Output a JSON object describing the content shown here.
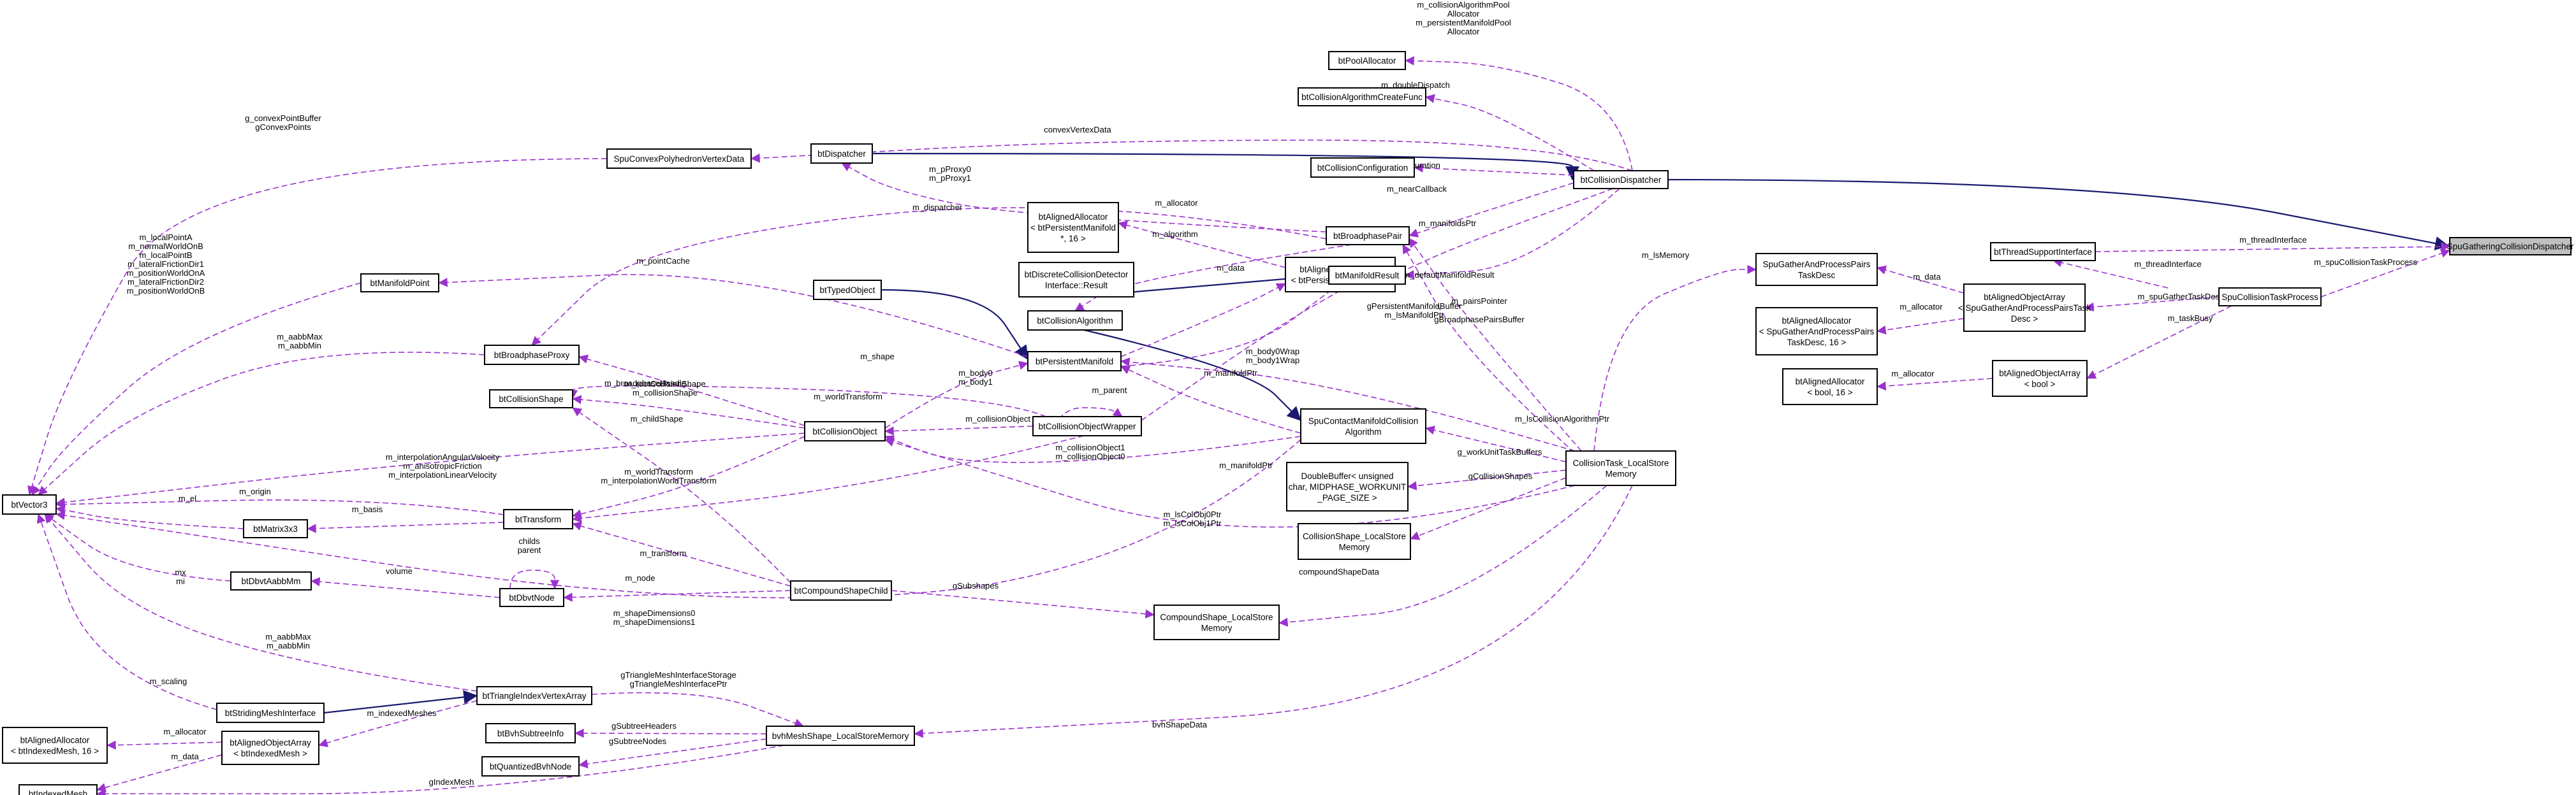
{
  "nodes": {
    "SpuGatheringCollisionDispatcher": [
      "SpuGatheringCollisionDispatcher"
    ],
    "btCollisionDispatcher": [
      "btCollisionDispatcher"
    ],
    "btDispatcher": [
      "btDispatcher"
    ],
    "btThreadSupportInterface": [
      "btThreadSupportInterface"
    ],
    "SpuCollisionTaskProcess": [
      "SpuCollisionTaskProcess"
    ],
    "btAlignedObjectArray_bool": [
      "btAlignedObjectArray",
      "< bool >"
    ],
    "btAlignedAllocator_bool16": [
      "btAlignedAllocator",
      "< bool, 16 >"
    ],
    "btAlignedObjectArray_gatherTask": [
      "btAlignedObjectArray",
      "< SpuGatherAndProcessPairsTask",
      "Desc >"
    ],
    "SpuGatherAndProcessPairsTaskDesc": [
      "SpuGatherAndProcessPairs",
      "TaskDesc"
    ],
    "btAlignedAllocator_gatherTask": [
      "btAlignedAllocator",
      "< SpuGatherAndProcessPairs",
      "TaskDesc, 16 >"
    ],
    "btPoolAllocator": [
      "btPoolAllocator"
    ],
    "btCollisionAlgorithmCreateFunc": [
      "btCollisionAlgorithmCreateFunc"
    ],
    "btCollisionConfiguration": [
      "btCollisionConfiguration"
    ],
    "btBroadphasePair": [
      "btBroadphasePair"
    ],
    "btAlignedAllocator_persistentManifold": [
      "btAlignedAllocator",
      "< btPersistentManifold",
      "*, 16 >"
    ],
    "btAlignedObjectArray_persistentManifold": [
      "btAlignedObjectArray",
      "< btPersistentManifold * >"
    ],
    "btDiscreteCollisionDetectorInterfaceResult": [
      "btDiscreteCollisionDetector",
      "Interface::Result"
    ],
    "btManifoldResult": [
      "btManifoldResult"
    ],
    "btCollisionAlgorithm": [
      "btCollisionAlgorithm"
    ],
    "btTypedObject": [
      "btTypedObject"
    ],
    "btPersistentManifold": [
      "btPersistentManifold"
    ],
    "SpuContactManifoldCollisionAlgorithm": [
      "SpuContactManifoldCollision",
      "Algorithm"
    ],
    "btCollisionObjectWrapper": [
      "btCollisionObjectWrapper"
    ],
    "btCollisionObject": [
      "btCollisionObject"
    ],
    "CollisionTask_LocalStoreMemory": [
      "CollisionTask_LocalStore",
      "Memory"
    ],
    "DoubleBuffer": [
      "DoubleBuffer< unsigned",
      "char, MIDPHASE_WORKUNIT",
      "_PAGE_SIZE >"
    ],
    "CollisionShape_LocalStoreMemory": [
      "CollisionShape_LocalStore",
      "Memory"
    ],
    "CompoundShape_LocalStoreMemory": [
      "CompoundShape_LocalStore",
      "Memory"
    ],
    "SpuConvexPolyhedronVertexData": [
      "SpuConvexPolyhedronVertexData"
    ],
    "btManifoldPoint": [
      "btManifoldPoint"
    ],
    "btBroadphaseProxy": [
      "btBroadphaseProxy"
    ],
    "btCollisionShape": [
      "btCollisionShape"
    ],
    "btVector3": [
      "btVector3"
    ],
    "btTransform": [
      "btTransform"
    ],
    "btMatrix3x3": [
      "btMatrix3x3"
    ],
    "btDbvtAabbMm": [
      "btDbvtAabbMm"
    ],
    "btDbvtNode": [
      "btDbvtNode"
    ],
    "btCompoundShapeChild": [
      "btCompoundShapeChild"
    ],
    "btStridingMeshInterface": [
      "btStridingMeshInterface"
    ],
    "btTriangleIndexVertexArray": [
      "btTriangleIndexVertexArray"
    ],
    "btAlignedAllocator_indexedMesh": [
      "btAlignedAllocator",
      "< btIndexedMesh, 16 >"
    ],
    "btAlignedObjectArray_indexedMesh": [
      "btAlignedObjectArray",
      "< btIndexedMesh >"
    ],
    "btIndexedMesh": [
      "btIndexedMesh"
    ],
    "btBvhSubtreeInfo": [
      "btBvhSubtreeInfo"
    ],
    "btQuantizedBvhNode": [
      "btQuantizedBvhNode"
    ],
    "bvhMeshShape_LocalStoreMemory": [
      "bvhMeshShape_LocalStoreMemory"
    ]
  },
  "edges": [
    {
      "from": "btCollisionDispatcher",
      "to": "SpuGatheringCollisionDispatcher",
      "kind": "inheritance",
      "labels": []
    },
    {
      "from": "btDispatcher",
      "to": "btCollisionDispatcher",
      "kind": "inheritance",
      "labels": []
    },
    {
      "from": "btTypedObject",
      "to": "btPersistentManifold",
      "kind": "inheritance",
      "labels": []
    },
    {
      "from": "btDiscreteCollisionDetectorInterfaceResult",
      "to": "btManifoldResult",
      "kind": "inheritance",
      "labels": []
    },
    {
      "from": "btCollisionAlgorithm",
      "to": "SpuContactManifoldCollisionAlgorithm",
      "kind": "inheritance",
      "labels": []
    },
    {
      "from": "btStridingMeshInterface",
      "to": "btTriangleIndexVertexArray",
      "kind": "inheritance",
      "labels": []
    },
    {
      "from": "btThreadSupportInterface",
      "to": "SpuGatheringCollisionDispatcher",
      "kind": "usage",
      "labels": [
        "m_threadInterface"
      ]
    },
    {
      "from": "SpuCollisionTaskProcess",
      "to": "SpuGatheringCollisionDispatcher",
      "kind": "usage",
      "labels": [
        "m_spuCollisionTaskProcess"
      ]
    },
    {
      "from": "btThreadSupportInterface",
      "to": "SpuCollisionTaskProcess",
      "kind": "usage",
      "labels": [
        "m_threadInterface"
      ]
    },
    {
      "from": "btAlignedObjectArray_gatherTask",
      "to": "SpuCollisionTaskProcess",
      "kind": "usage",
      "labels": [
        "m_spuGatherTaskDesc"
      ]
    },
    {
      "from": "btAlignedObjectArray_bool",
      "to": "SpuCollisionTaskProcess",
      "kind": "usage",
      "labels": [
        "m_taskBusy"
      ]
    },
    {
      "from": "btAlignedAllocator_bool16",
      "to": "btAlignedObjectArray_bool",
      "kind": "usage",
      "labels": [
        "m_allocator"
      ]
    },
    {
      "from": "SpuGatherAndProcessPairsTaskDesc",
      "to": "btAlignedObjectArray_gatherTask",
      "kind": "usage",
      "labels": [
        "m_data"
      ]
    },
    {
      "from": "btAlignedAllocator_gatherTask",
      "to": "btAlignedObjectArray_gatherTask",
      "kind": "usage",
      "labels": [
        "m_allocator"
      ]
    },
    {
      "from": "btPoolAllocator",
      "to": "btCollisionDispatcher",
      "kind": "usage",
      "labels": [
        "m_collisionAlgorithmPool",
        "Allocator",
        "m_persistentManifoldPool",
        "Allocator"
      ]
    },
    {
      "from": "btCollisionAlgorithmCreateFunc",
      "to": "btCollisionDispatcher",
      "kind": "usage",
      "labels": [
        "m_doubleDispatch"
      ]
    },
    {
      "from": "btCollisionConfiguration",
      "to": "btCollisionDispatcher",
      "kind": "usage",
      "labels": [
        "m_collisionConfiguration"
      ]
    },
    {
      "from": "btBroadphasePair",
      "to": "btCollisionDispatcher",
      "kind": "usage",
      "labels": [
        "m_nearCallback"
      ]
    },
    {
      "from": "btAlignedObjectArray_persistentManifold",
      "to": "btCollisionDispatcher",
      "kind": "usage",
      "labels": [
        "m_manifoldsPtr"
      ]
    },
    {
      "from": "btManifoldResult",
      "to": "btCollisionDispatcher",
      "kind": "usage",
      "labels": [
        "m_defaultManifoldResult"
      ]
    },
    {
      "from": "SpuConvexPolyhedronVertexData",
      "to": "btCollisionDispatcher",
      "kind": "usage",
      "labels": [
        "convexVertexData"
      ]
    },
    {
      "from": "btDispatcher",
      "to": "btBroadphasePair",
      "kind": "usage",
      "labels": [
        "m_dispatcher"
      ]
    },
    {
      "from": "btBroadphaseProxy",
      "to": "btBroadphasePair",
      "kind": "usage",
      "labels": [
        "m_pProxy0",
        "m_pProxy1"
      ]
    },
    {
      "from": "btCollisionAlgorithm",
      "to": "btBroadphasePair",
      "kind": "usage",
      "labels": [
        "m_algorithm"
      ]
    },
    {
      "from": "btAlignedAllocator_persistentManifold",
      "to": "btAlignedObjectArray_persistentManifold",
      "kind": "usage",
      "labels": [
        "m_allocator"
      ]
    },
    {
      "from": "btPersistentManifold",
      "to": "btAlignedObjectArray_persistentManifold",
      "kind": "usage",
      "labels": [
        "m_data"
      ]
    },
    {
      "from": "btPersistentManifold",
      "to": "btManifoldResult",
      "kind": "usage",
      "labels": [
        "m_manifoldPtr"
      ]
    },
    {
      "from": "btCollisionObjectWrapper",
      "to": "btManifoldResult",
      "kind": "usage",
      "labels": [
        "m_body0Wrap",
        "m_body1Wrap"
      ]
    },
    {
      "from": "btManifoldPoint",
      "to": "btPersistentManifold",
      "kind": "usage",
      "labels": [
        "m_pointCache"
      ]
    },
    {
      "from": "btCollisionObject",
      "to": "btPersistentManifold",
      "kind": "usage",
      "labels": [
        "m_body0",
        "m_body1"
      ]
    },
    {
      "from": "btPersistentManifold",
      "to": "SpuContactManifoldCollisionAlgorithm",
      "kind": "usage",
      "labels": [
        "m_manifoldPtr"
      ]
    },
    {
      "from": "btCollisionObject",
      "to": "SpuContactManifoldCollisionAlgorithm",
      "kind": "usage",
      "labels": [
        "m_collisionObject1",
        "m_collisionObject0"
      ]
    },
    {
      "from": "btCollisionObjectWrapper",
      "to": "btCollisionObjectWrapper",
      "kind": "usage",
      "labels": [
        "m_parent"
      ]
    },
    {
      "from": "btCollisionObject",
      "to": "btCollisionObjectWrapper",
      "kind": "usage",
      "labels": [
        "m_collisionObject"
      ]
    },
    {
      "from": "btCollisionShape",
      "to": "btCollisionObjectWrapper",
      "kind": "usage",
      "labels": [
        "m_shape"
      ]
    },
    {
      "from": "btTransform",
      "to": "btCollisionObjectWrapper",
      "kind": "usage",
      "labels": [
        "m_worldTransform"
      ]
    },
    {
      "from": "btBroadphaseProxy",
      "to": "btCollisionObject",
      "kind": "usage",
      "labels": [
        "m_broadphaseHandle"
      ]
    },
    {
      "from": "btCollisionShape",
      "to": "btCollisionObject",
      "kind": "usage",
      "labels": [
        "m_rootCollisionShape",
        "m_collisionShape"
      ]
    },
    {
      "from": "btTransform",
      "to": "btCollisionObject",
      "kind": "usage",
      "labels": [
        "m_worldTransform",
        "m_interpolationWorldTransform"
      ]
    },
    {
      "from": "btVector3",
      "to": "btCollisionObject",
      "kind": "usage",
      "labels": [
        "m_interpolationAngularVelocity",
        "m_anisotropicFriction",
        "m_interpolationLinearVelocity"
      ]
    },
    {
      "from": "btVector3",
      "to": "SpuConvexPolyhedronVertexData",
      "kind": "usage",
      "labels": [
        "g_convexPointBuffer",
        "gConvexPoints"
      ]
    },
    {
      "from": "btVector3",
      "to": "btManifoldPoint",
      "kind": "usage",
      "labels": [
        "m_localPointA",
        "m_normalWorldOnB",
        "m_localPointB",
        "m_lateralFrictionDir1",
        "m_positionWorldOnA",
        "m_lateralFrictionDir2",
        "m_positionWorldOnB"
      ]
    },
    {
      "from": "btVector3",
      "to": "btBroadphaseProxy",
      "kind": "usage",
      "labels": [
        "m_aabbMax",
        "m_aabbMin"
      ]
    },
    {
      "from": "btVector3",
      "to": "btTransform",
      "kind": "usage",
      "labels": [
        "m_origin"
      ]
    },
    {
      "from": "btMatrix3x3",
      "to": "btTransform",
      "kind": "usage",
      "labels": [
        "m_basis"
      ]
    },
    {
      "from": "btVector3",
      "to": "btMatrix3x3",
      "kind": "usage",
      "labels": [
        "m_el"
      ]
    },
    {
      "from": "btVector3",
      "to": "btDbvtAabbMm",
      "kind": "usage",
      "labels": [
        "mx",
        "mi"
      ]
    },
    {
      "from": "btDbvtAabbMm",
      "to": "btDbvtNode",
      "kind": "usage",
      "labels": [
        "volume"
      ]
    },
    {
      "from": "btDbvtNode",
      "to": "btDbvtNode",
      "kind": "usage",
      "labels": [
        "childs",
        "parent"
      ]
    },
    {
      "from": "btDbvtNode",
      "to": "btCompoundShapeChild",
      "kind": "usage",
      "labels": [
        "m_node"
      ]
    },
    {
      "from": "btTransform",
      "to": "btCompoundShapeChild",
      "kind": "usage",
      "labels": [
        "m_transform"
      ]
    },
    {
      "from": "btCollisionShape",
      "to": "btCompoundShapeChild",
      "kind": "usage",
      "labels": [
        "m_childShape"
      ]
    },
    {
      "from": "btCompoundShapeChild",
      "to": "CompoundShape_LocalStoreMemory",
      "kind": "usage",
      "labels": [
        "gSubshapes"
      ]
    },
    {
      "from": "btVector3",
      "to": "SpuContactManifoldCollisionAlgorithm",
      "kind": "usage",
      "labels": [
        "m_shapeDimensions0",
        "m_shapeDimensions1"
      ]
    },
    {
      "from": "btVector3",
      "to": "btStridingMeshInterface",
      "kind": "usage",
      "labels": [
        "m_scaling"
      ]
    },
    {
      "from": "btVector3",
      "to": "btTriangleIndexVertexArray",
      "kind": "usage",
      "labels": [
        "m_aabbMax",
        "m_aabbMin"
      ]
    },
    {
      "from": "btAlignedObjectArray_indexedMesh",
      "to": "btTriangleIndexVertexArray",
      "kind": "usage",
      "labels": [
        "m_indexedMeshes"
      ]
    },
    {
      "from": "btAlignedAllocator_indexedMesh",
      "to": "btAlignedObjectArray_indexedMesh",
      "kind": "usage",
      "labels": [
        "m_allocator"
      ]
    },
    {
      "from": "btIndexedMesh",
      "to": "btAlignedObjectArray_indexedMesh",
      "kind": "usage",
      "labels": [
        "m_data"
      ]
    },
    {
      "from": "btTriangleIndexVertexArray",
      "to": "bvhMeshShape_LocalStoreMemory",
      "kind": "usage",
      "labels": [
        "gTriangleMeshInterfaceStorage",
        "gTriangleMeshInterfacePtr"
      ]
    },
    {
      "from": "btBvhSubtreeInfo",
      "to": "bvhMeshShape_LocalStoreMemory",
      "kind": "usage",
      "labels": [
        "gSubtreeHeaders"
      ]
    },
    {
      "from": "btQuantizedBvhNode",
      "to": "bvhMeshShape_LocalStoreMemory",
      "kind": "usage",
      "labels": [
        "gSubtreeNodes"
      ]
    },
    {
      "from": "btIndexedMesh",
      "to": "bvhMeshShape_LocalStoreMemory",
      "kind": "usage",
      "labels": [
        "gIndexMesh"
      ]
    },
    {
      "from": "CollisionTask_LocalStoreMemory",
      "to": "SpuGatherAndProcessPairsTaskDesc",
      "kind": "usage",
      "labels": [
        "m_lsMemory"
      ]
    },
    {
      "from": "btBroadphasePair",
      "to": "CollisionTask_LocalStoreMemory",
      "kind": "usage",
      "labels": [
        "gBroadphasePairsBuffer"
      ]
    },
    {
      "from": "btPersistentManifold",
      "to": "CollisionTask_LocalStoreMemory",
      "kind": "usage",
      "labels": [
        "gPersistentManifoldBuffer",
        "m_lsManifoldPtr"
      ]
    },
    {
      "from": "btBroadphasePair",
      "to": "CollisionTask_LocalStoreMemory",
      "kind": "usage",
      "labels": [
        "m_pairsPointer"
      ]
    },
    {
      "from": "SpuContactManifoldCollisionAlgorithm",
      "to": "CollisionTask_LocalStoreMemory",
      "kind": "usage",
      "labels": [
        "m_lsCollisionAlgorithmPtr"
      ]
    },
    {
      "from": "DoubleBuffer",
      "to": "CollisionTask_LocalStoreMemory",
      "kind": "usage",
      "labels": [
        "g_workUnitTaskBuffers"
      ]
    },
    {
      "from": "CollisionShape_LocalStoreMemory",
      "to": "CollisionTask_LocalStoreMemory",
      "kind": "usage",
      "labels": [
        "gCollisionShapes"
      ]
    },
    {
      "from": "btCollisionObject",
      "to": "CollisionTask_LocalStoreMemory",
      "kind": "usage",
      "labels": [
        "m_lsColObj0Ptr",
        "m_lsColObj1Ptr"
      ]
    },
    {
      "from": "CompoundShape_LocalStoreMemory",
      "to": "CollisionTask_LocalStoreMemory",
      "kind": "usage",
      "labels": [
        "compoundShapeData"
      ]
    },
    {
      "from": "bvhMeshShape_LocalStoreMemory",
      "to": "CollisionTask_LocalStoreMemory",
      "kind": "usage",
      "labels": [
        "bvhShapeData"
      ]
    }
  ]
}
